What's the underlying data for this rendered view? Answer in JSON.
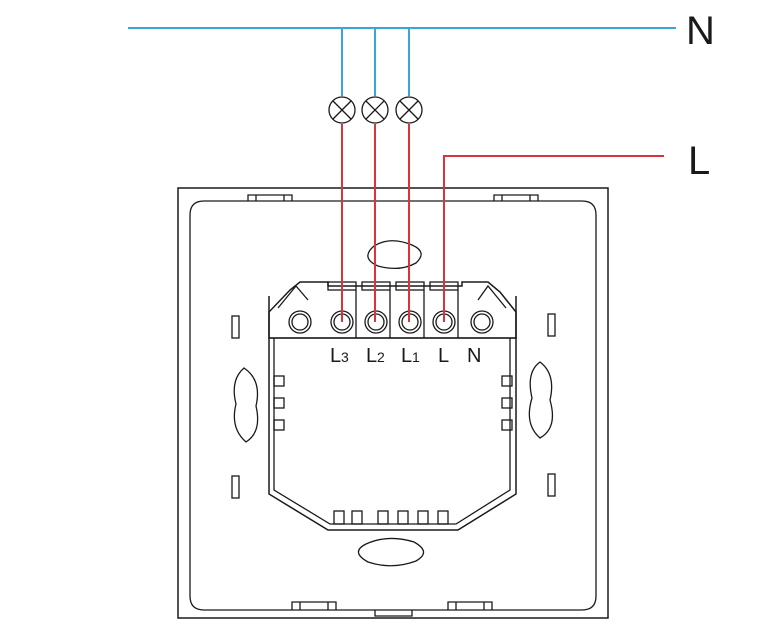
{
  "lines": {
    "neutral_label": "N",
    "live_label": "L",
    "neutral_color": "#3aa6d8",
    "live_color": "#d9343b"
  },
  "terminals": {
    "l3": {
      "letter": "L",
      "sub": "3"
    },
    "l2": {
      "letter": "L",
      "sub": "2"
    },
    "l1": {
      "letter": "L",
      "sub": "1"
    },
    "l": "L",
    "n": "N"
  },
  "lamps": {
    "count": 3,
    "icon": "lamp-icon"
  }
}
